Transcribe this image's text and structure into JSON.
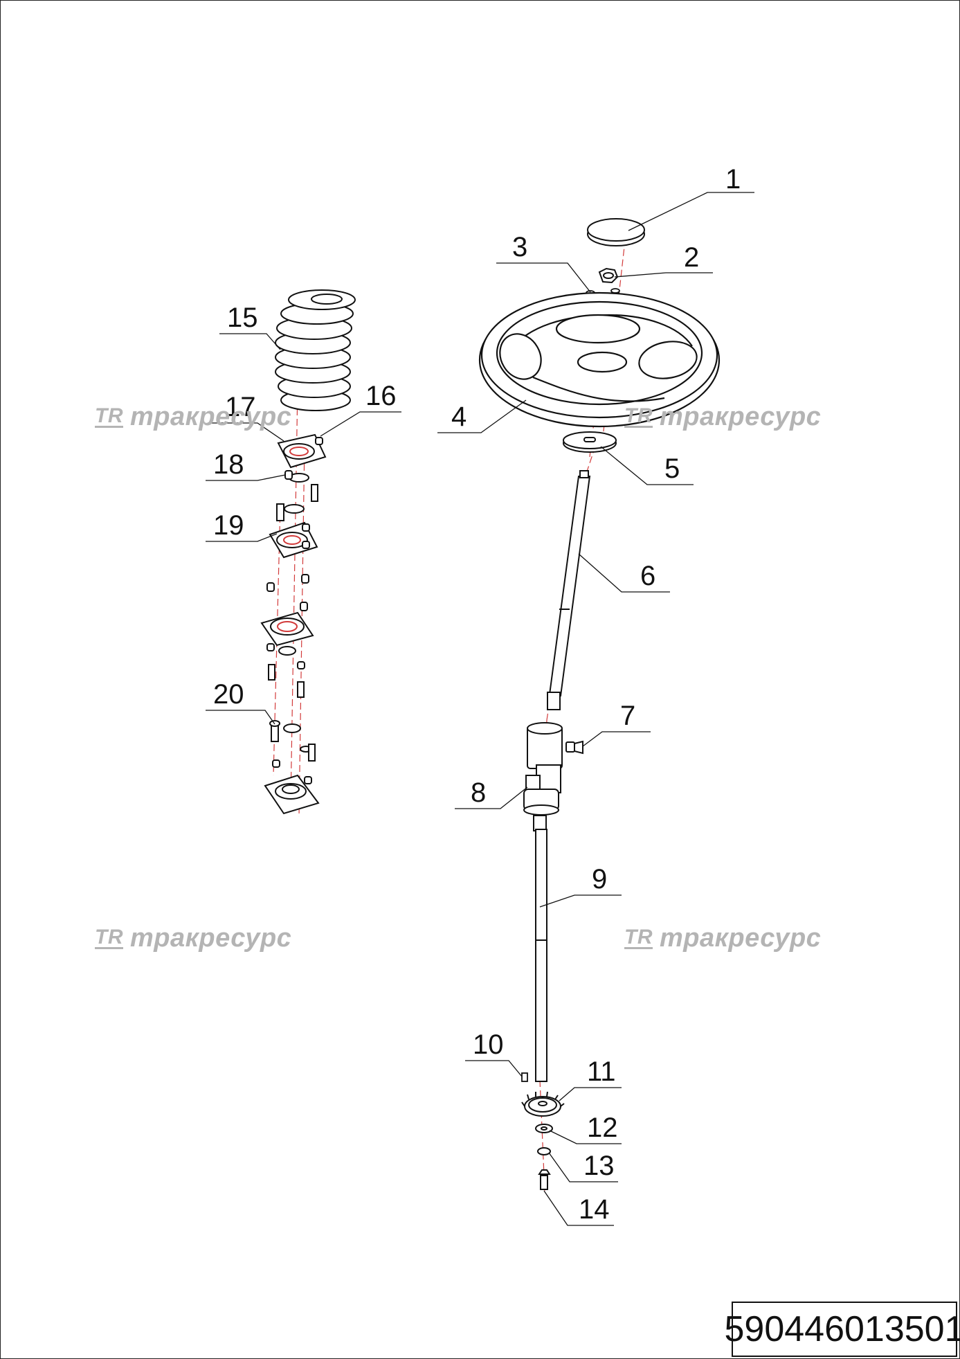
{
  "callouts": [
    {
      "id": "1",
      "label": "1"
    },
    {
      "id": "2",
      "label": "2"
    },
    {
      "id": "3",
      "label": "3"
    },
    {
      "id": "4",
      "label": "4"
    },
    {
      "id": "5",
      "label": "5"
    },
    {
      "id": "6",
      "label": "6"
    },
    {
      "id": "7",
      "label": "7"
    },
    {
      "id": "8",
      "label": "8"
    },
    {
      "id": "9",
      "label": "9"
    },
    {
      "id": "10",
      "label": "10"
    },
    {
      "id": "11",
      "label": "11"
    },
    {
      "id": "12",
      "label": "12"
    },
    {
      "id": "13",
      "label": "13"
    },
    {
      "id": "14",
      "label": "14"
    },
    {
      "id": "15",
      "label": "15"
    },
    {
      "id": "16",
      "label": "16"
    },
    {
      "id": "17",
      "label": "17"
    },
    {
      "id": "18",
      "label": "18"
    },
    {
      "id": "19",
      "label": "19"
    },
    {
      "id": "20",
      "label": "20"
    }
  ],
  "watermark": {
    "logo": "TR",
    "text": "тракресурс"
  },
  "drawing_number": "590446013501",
  "colors": {
    "line": "#111111",
    "axis": "#d23a3a",
    "watermark": "#b4b4b4"
  }
}
